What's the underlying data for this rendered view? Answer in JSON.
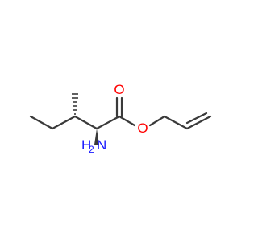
{
  "molecule": {
    "atoms": {
      "oxygen_carbonyl": "O",
      "oxygen_ester": "O",
      "nitrogen_amino": "N",
      "hydrogen_amino": "H",
      "hydrogen_subscript": "2"
    },
    "colors": {
      "bond": "#3a3a3a",
      "oxygen": "#ff0000",
      "nitrogen": "#1a1aff"
    }
  }
}
